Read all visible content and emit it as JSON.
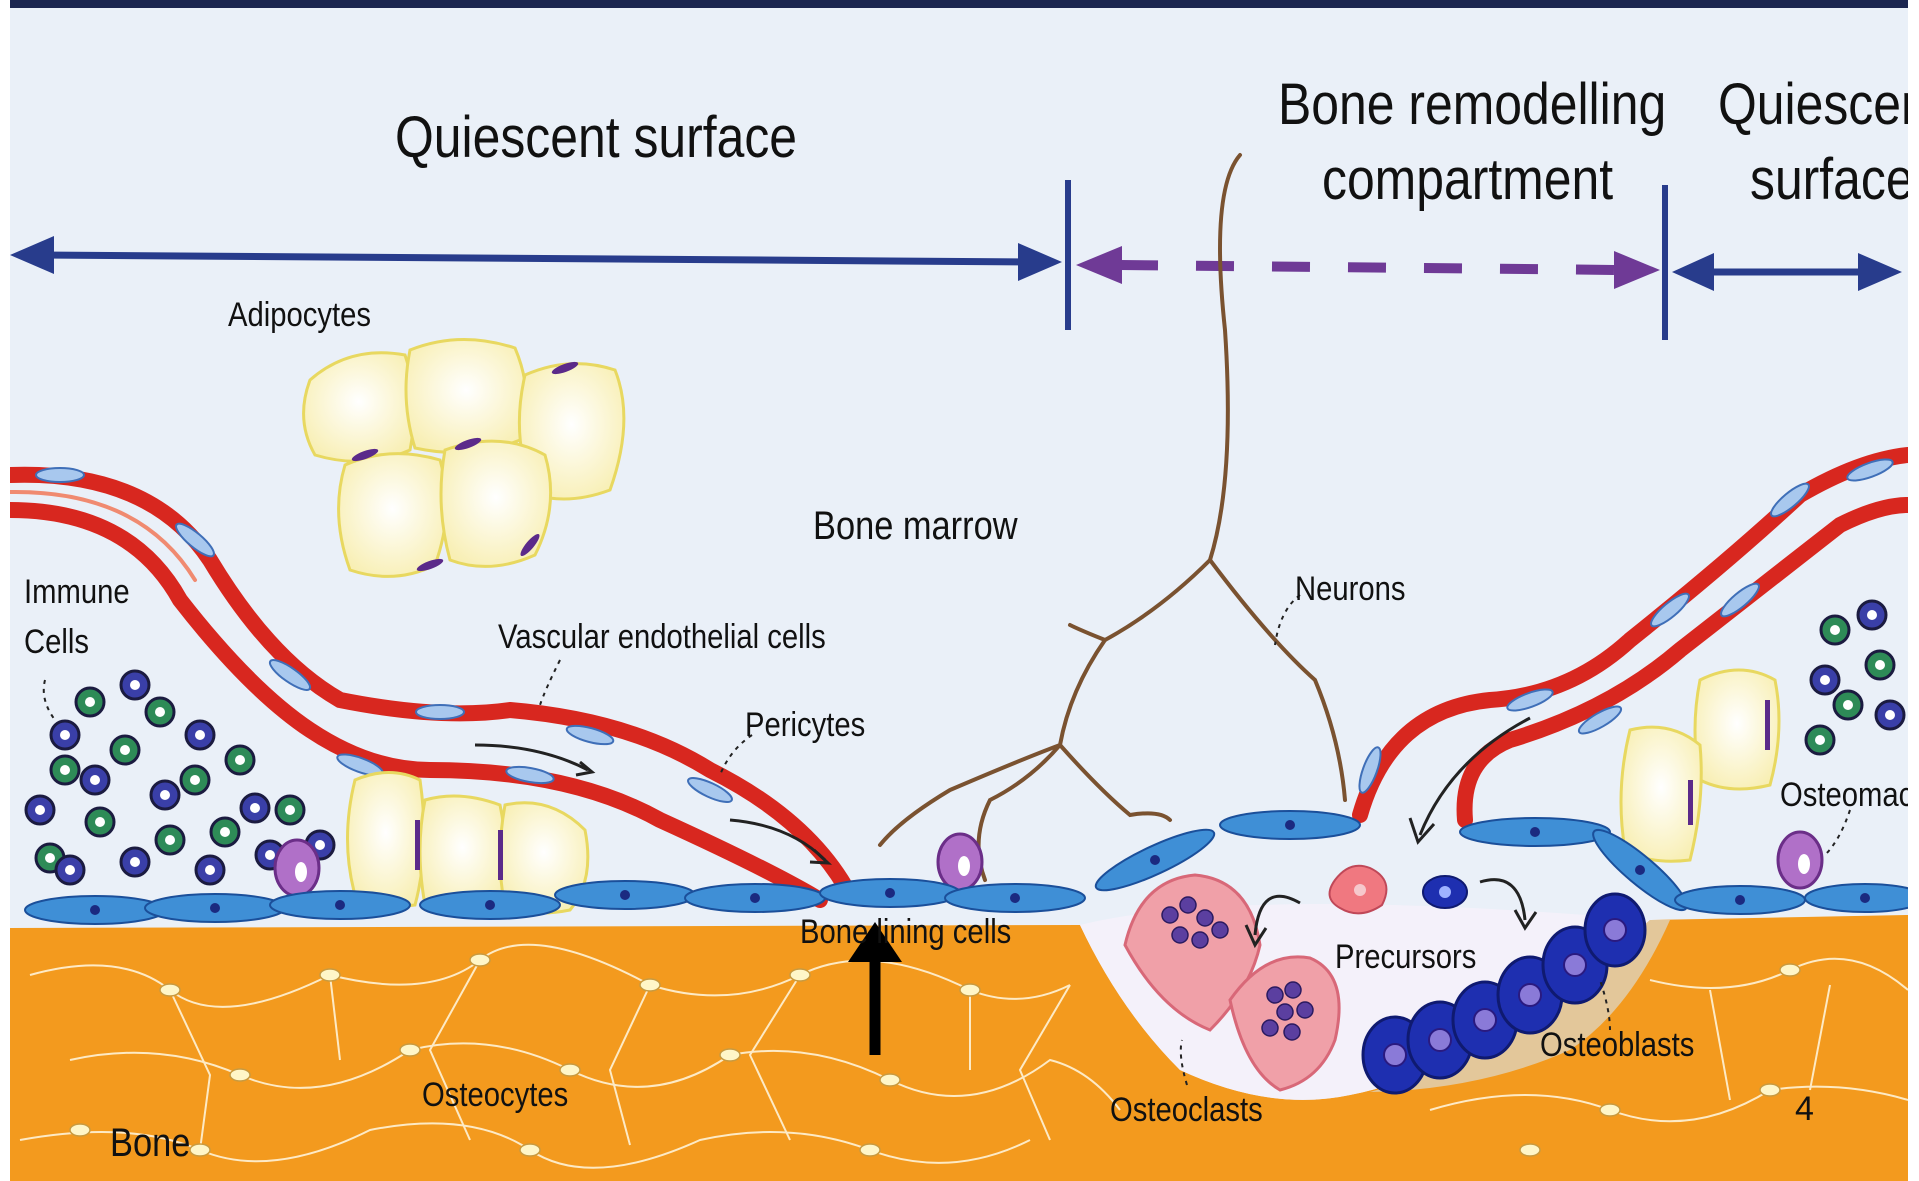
{
  "header": {
    "quiescent_left": "Quiescent surface",
    "remodelling_line1": "Bone remodelling",
    "remodelling_line2": "compartment",
    "quiescent_right_line1": "Quiescent",
    "quiescent_right_line2": "surface"
  },
  "labels": {
    "adipocytes": "Adipocytes",
    "bone_marrow": "Bone marrow",
    "immune_line1": "Immune",
    "immune_line2": "Cells",
    "vascular": "Vascular endothelial cells",
    "pericytes": "Pericytes",
    "neurons": "Neurons",
    "bone_lining": "Bone lining cells",
    "precursors": "Precursors",
    "osteomac": "Osteomac",
    "osteoblasts": "Osteoblasts",
    "osteoclasts": "Osteoclasts",
    "osteocytes": "Osteocytes",
    "bone": "Bone"
  },
  "page_number": "4",
  "colors": {
    "background": "#eaf0f8",
    "bone": "#f39a1e",
    "arrow": "#283c8c",
    "dashed_arrow": "#6f3a96",
    "vessel": "#d8271f",
    "lining_cell": "#3f8fd6",
    "adipocyte": "#fffbe0",
    "osteoclast": "#f0a0a8",
    "osteoblast": "#1e2fb0",
    "neuron": "#7a5230"
  }
}
